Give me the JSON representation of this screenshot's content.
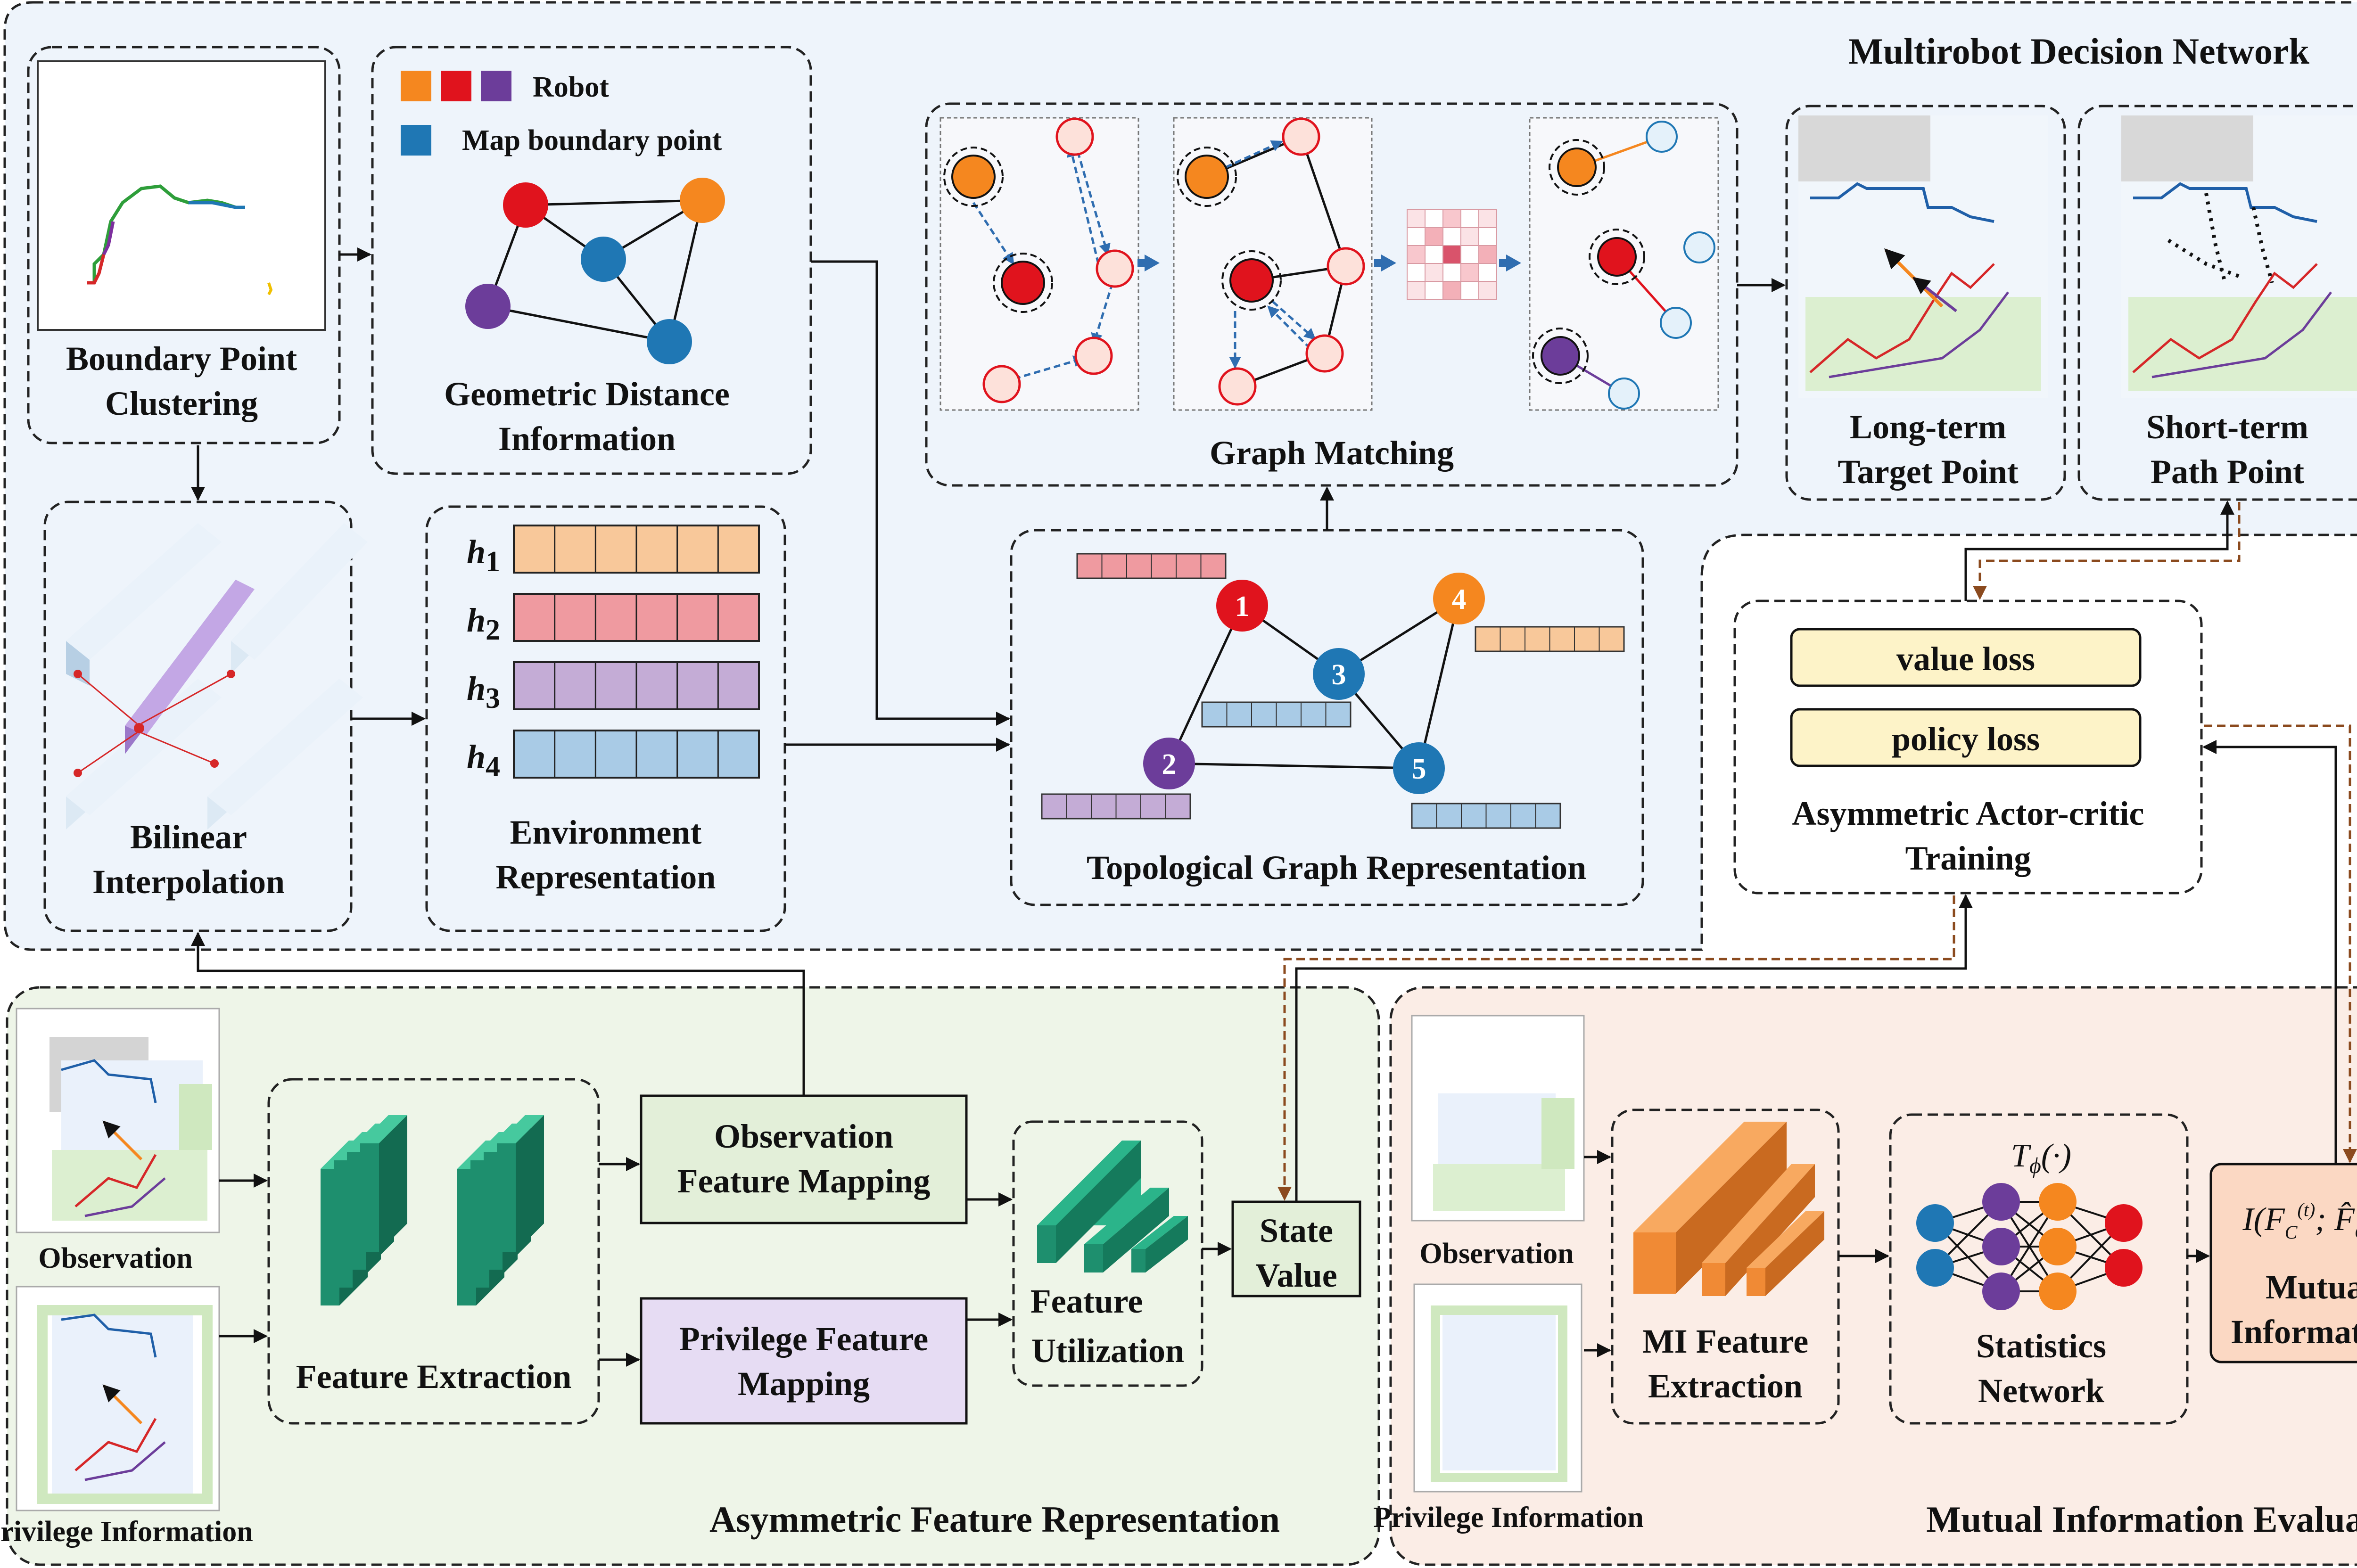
{
  "sections": {
    "decision_network": "Multirobot Decision Network",
    "feature_representation": "Asymmetric Feature Representation",
    "mi_evaluation": "Mutual Information Evaluation"
  },
  "legend": {
    "robot": "Robot",
    "map_boundary": "Map boundary point"
  },
  "modules": {
    "boundary_clustering": [
      "Boundary Point",
      "Clustering"
    ],
    "geometric_distance": [
      "Geometric Distance",
      "Information"
    ],
    "bilinear": [
      "Bilinear",
      "Interpolation"
    ],
    "environment": [
      "Environment",
      "Representation"
    ],
    "graph_matching": "Graph Matching",
    "topological": "Topological Graph Representation",
    "long_term": [
      "Long-term",
      "Target Point"
    ],
    "short_term": [
      "Short-term",
      "Path Point"
    ],
    "value_loss": "value loss",
    "policy_loss": "policy loss",
    "actor_critic": [
      "Asymmetric Actor-critic",
      "Training"
    ],
    "observation": "Observation",
    "privilege_info": "Privilege Information",
    "feature_extraction": "Feature Extraction",
    "obs_mapping": [
      "Observation",
      "Feature Mapping"
    ],
    "priv_mapping": [
      "Privilege Feature",
      "Mapping"
    ],
    "feature_utilization": [
      "Feature",
      "Utilization"
    ],
    "state_value": [
      "State",
      "Value"
    ],
    "mi_observation": "Observation",
    "mi_privilege": "Privilege Information",
    "mi_feature_extraction": [
      "MI Feature",
      "Extraction"
    ],
    "statistics_network": [
      "Statistics",
      "Network"
    ],
    "statistics_fn": "Tφ(·)",
    "mutual_information": [
      "Mutual",
      "Information"
    ]
  },
  "embeddings": [
    "h1",
    "h2",
    "h3",
    "h4"
  ],
  "graph_nodes": [
    "1",
    "2",
    "3",
    "4",
    "5"
  ],
  "colors": {
    "robot_orange": "#f5871f",
    "robot_red": "#e0131d",
    "robot_purple": "#6c3d9a",
    "boundary_blue": "#1f77b4",
    "h1": "#f8c89a",
    "h2": "#ef9aa0",
    "h3": "#c4acd6",
    "h4": "#a9cbe6",
    "loss_fill": "#fdf3c8",
    "teal": "#1e8f6e",
    "orange_block": "#f08a35"
  }
}
